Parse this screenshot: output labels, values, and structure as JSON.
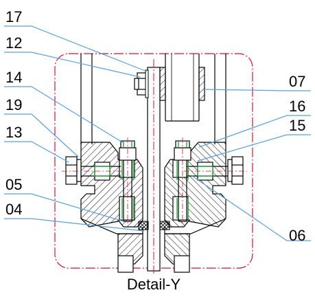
{
  "detail_caption": "Detail-Y",
  "callouts": {
    "c17": "17",
    "c12": "12",
    "c14": "14",
    "c19": "19",
    "c13": "13",
    "c05": "05",
    "c04": "04",
    "c07": "07",
    "c16": "16",
    "c15": "15",
    "c06": "06"
  },
  "colors": {
    "outline": "#000000",
    "leader": "#5aa0d8",
    "boundary": "#d01030",
    "centerline": "#d01030",
    "thread": "#19a032",
    "hatch": "#000000"
  }
}
